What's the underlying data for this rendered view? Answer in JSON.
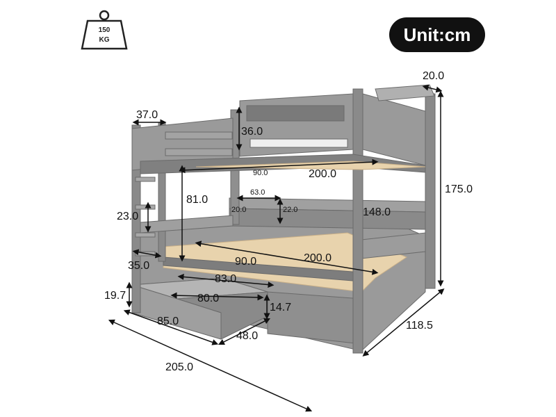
{
  "badge": {
    "unit": "Unit:cm"
  },
  "weight": {
    "line1": "150",
    "line2": "KG"
  },
  "dimensions": {
    "post_depth": "20.0",
    "guard_top": "37.0",
    "guard_height": "36.0",
    "overall_height": "175.0",
    "top_inner_width": "90.0",
    "top_length": "200.0",
    "lower_clearance": "81.0",
    "shelf_width": "63.0",
    "shelf_depth": "20.0",
    "shelf_height": "22.0",
    "length_outer": "148.0",
    "ladder_step": "23.0",
    "lower_width": "90.0",
    "lower_length": "200.0",
    "ladder_offset": "35.0",
    "drawer_front": "83.0",
    "drawer_height": "19.7",
    "drawer_inner": "80.0",
    "drawer_side": "14.7",
    "drawer_width": "85.0",
    "drawer_depth": "48.0",
    "overall_depth": "118.5",
    "overall_length": "205.0"
  },
  "colors": {
    "frame": "#8f8f8f",
    "frame_dark": "#6f6f6f",
    "slat": "#e8d3ad",
    "badge": "#111111"
  }
}
